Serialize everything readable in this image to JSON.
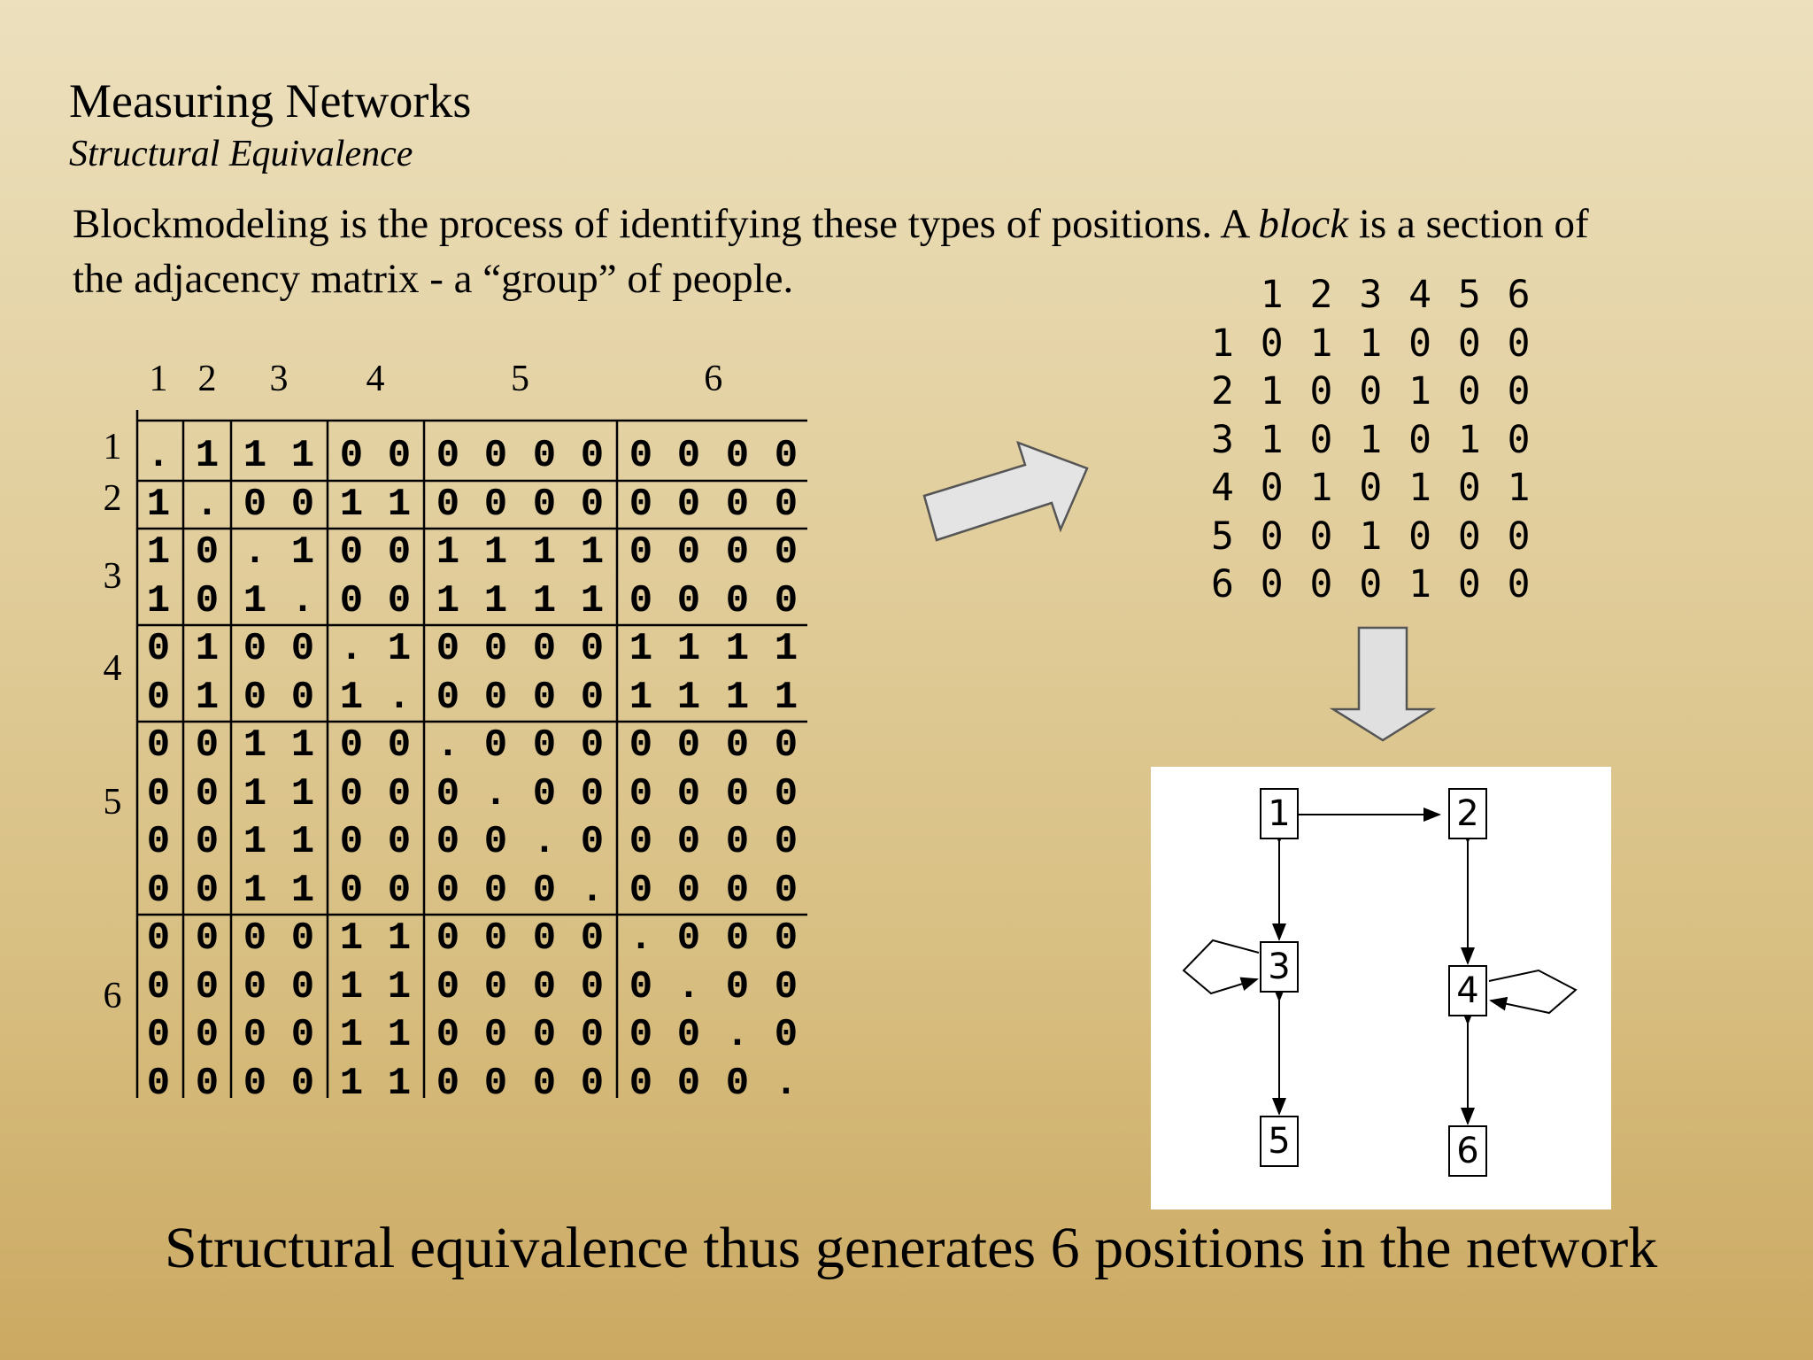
{
  "slide": {
    "title": "Measuring Networks",
    "subtitle": "Structural Equivalence",
    "body_parts": {
      "before": "Blockmodeling is the process of identifying these types of positions. A ",
      "em": "block",
      "after": " is a section of",
      "line2": "the adjacency matrix - a “group” of people."
    },
    "footer": "Structural equivalence thus generates 6 positions in the network"
  },
  "blockmodel": {
    "column_labels": [
      "1",
      "2",
      "3",
      "4",
      "5",
      "6"
    ],
    "row_labels": [
      "1",
      "2",
      "3",
      "4",
      "5",
      "6"
    ],
    "rows": [
      [
        ".",
        "1",
        "1",
        "1",
        "0",
        "0",
        "0",
        "0",
        "0",
        "0",
        "0",
        "0",
        "0",
        "0"
      ],
      [
        "1",
        ".",
        "0",
        "0",
        "1",
        "1",
        "0",
        "0",
        "0",
        "0",
        "0",
        "0",
        "0",
        "0"
      ],
      [
        "1",
        "0",
        ".",
        "1",
        "0",
        "0",
        "1",
        "1",
        "1",
        "1",
        "0",
        "0",
        "0",
        "0"
      ],
      [
        "1",
        "0",
        "1",
        ".",
        "0",
        "0",
        "1",
        "1",
        "1",
        "1",
        "0",
        "0",
        "0",
        "0"
      ],
      [
        "0",
        "1",
        "0",
        "0",
        ".",
        "1",
        "0",
        "0",
        "0",
        "0",
        "1",
        "1",
        "1",
        "1"
      ],
      [
        "0",
        "1",
        "0",
        "0",
        "1",
        ".",
        "0",
        "0",
        "0",
        "0",
        "1",
        "1",
        "1",
        "1"
      ],
      [
        "0",
        "0",
        "1",
        "1",
        "0",
        "0",
        ".",
        "0",
        "0",
        "0",
        "0",
        "0",
        "0",
        "0"
      ],
      [
        "0",
        "0",
        "1",
        "1",
        "0",
        "0",
        "0",
        ".",
        "0",
        "0",
        "0",
        "0",
        "0",
        "0"
      ],
      [
        "0",
        "0",
        "1",
        "1",
        "0",
        "0",
        "0",
        "0",
        ".",
        "0",
        "0",
        "0",
        "0",
        "0"
      ],
      [
        "0",
        "0",
        "1",
        "1",
        "0",
        "0",
        "0",
        "0",
        "0",
        ".",
        "0",
        "0",
        "0",
        "0"
      ],
      [
        "0",
        "0",
        "0",
        "0",
        "1",
        "1",
        "0",
        "0",
        "0",
        "0",
        ".",
        "0",
        "0",
        "0"
      ],
      [
        "0",
        "0",
        "0",
        "0",
        "1",
        "1",
        "0",
        "0",
        "0",
        "0",
        "0",
        ".",
        "0",
        "0"
      ],
      [
        "0",
        "0",
        "0",
        "0",
        "1",
        "1",
        "0",
        "0",
        "0",
        "0",
        "0",
        "0",
        ".",
        "0"
      ],
      [
        "0",
        "0",
        "0",
        "0",
        "1",
        "1",
        "0",
        "0",
        "0",
        "0",
        "0",
        "0",
        "0",
        "."
      ]
    ]
  },
  "reduced_matrix": {
    "header": "1 2 3 4 5 6",
    "rows": [
      "1 0 1 1 0 0 0",
      "2 1 0 0 1 0 0",
      "3 1 0 1 0 1 0",
      "4 0 1 0 1 0 1",
      "5 0 0 1 0 0 0",
      "6 0 0 0 1 0 0"
    ]
  },
  "position_graph": {
    "nodes": [
      "1",
      "2",
      "3",
      "4",
      "5",
      "6"
    ]
  }
}
